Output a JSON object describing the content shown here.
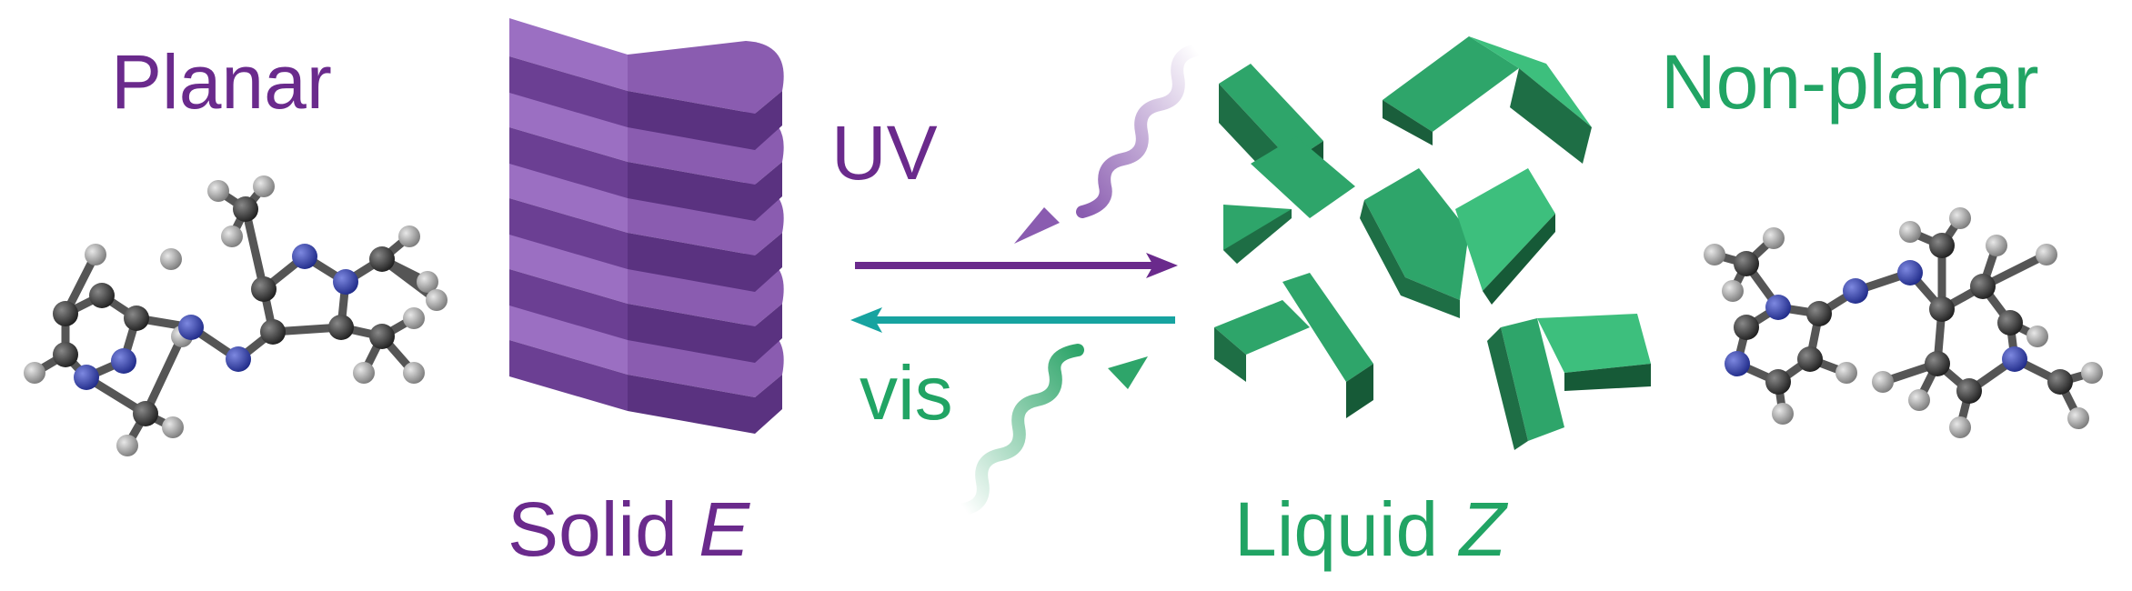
{
  "labels": {
    "planar": "Planar",
    "non_planar": "Non-planar",
    "solid_prefix": "Solid ",
    "solid_isomer": "E",
    "liquid_prefix": "Liquid ",
    "liquid_isomer": "Z",
    "uv": "UV",
    "vis": "vis"
  },
  "colors": {
    "purple_text": "#6a2a8c",
    "purple_block": "#8a5cb0",
    "green_text": "#21a464",
    "green_block": "#2ea56a",
    "teal_arrow": "#17a3a0",
    "purple_arrow": "#6a2a8c",
    "atom_carbon": "#3a3a3a",
    "atom_hydrogen": "#9a9a9a",
    "atom_nitrogen": "#3340a8"
  },
  "icons": {
    "uv_wave": "wavy-arrow-uv-icon",
    "vis_wave": "wavy-arrow-vis-icon"
  }
}
